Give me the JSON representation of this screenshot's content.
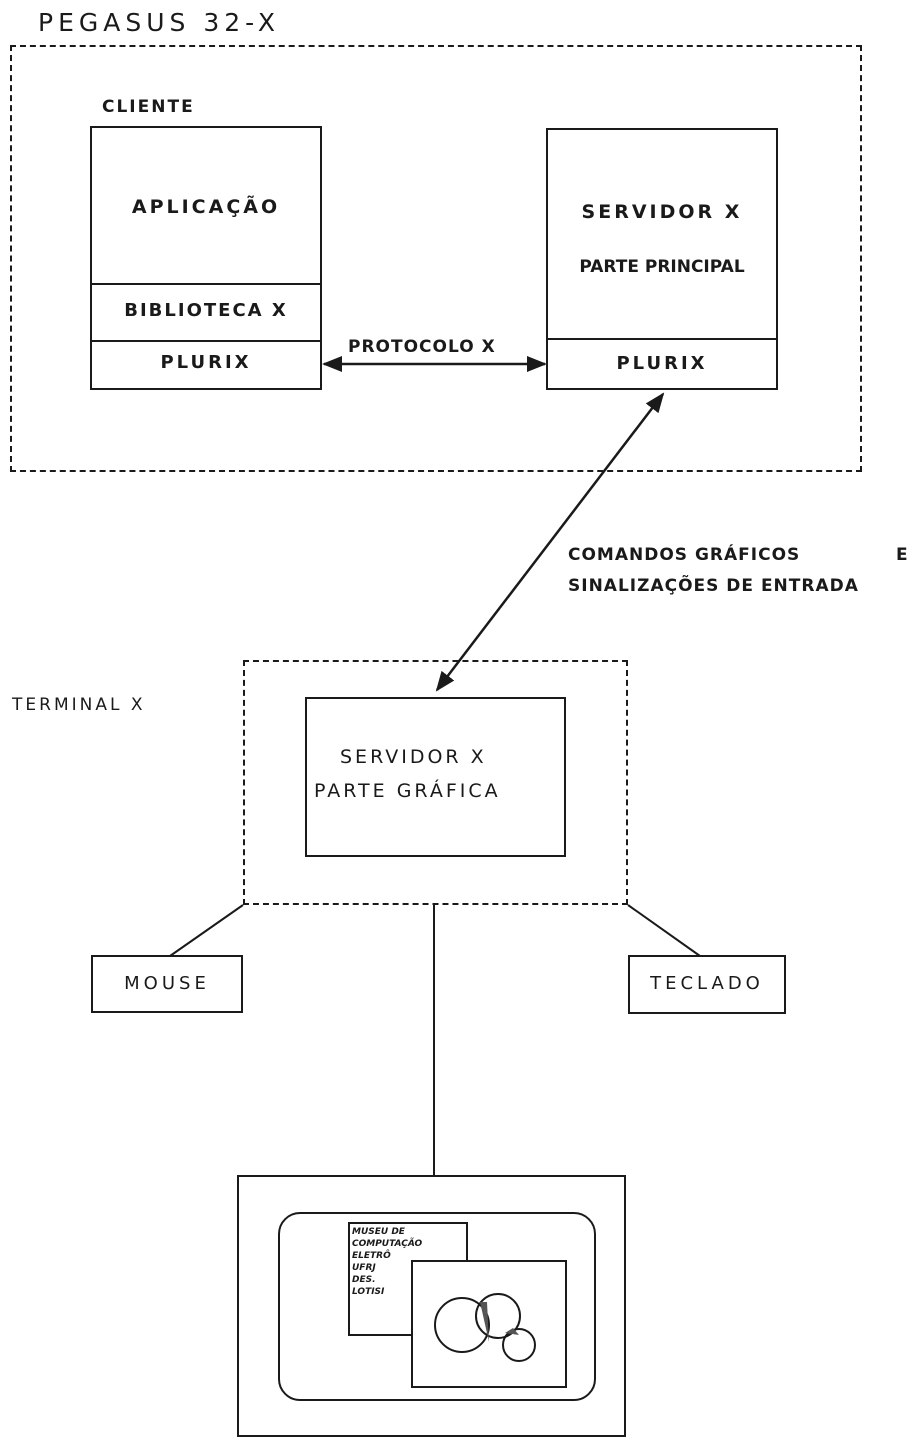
{
  "pegasus": {
    "title": "PEGASUS 32-X",
    "client_label": "CLIENTE",
    "app_box": {
      "top": "APLICAÇÃO",
      "middle": "BIBLIOTECA X",
      "bottom": "PLURIX"
    },
    "server_box": {
      "line1": "SERVIDOR X",
      "line2": "PARTE PRINCIPAL",
      "bottom": "PLURIX"
    },
    "protocol_label": "PROTOCOLO X"
  },
  "link_label": {
    "line1": "COMANDOS GRÁFICOS",
    "line1_tail": "E",
    "line2": "SINALIZAÇÕES DE ENTRADA"
  },
  "terminal": {
    "label": "TERMINAL X",
    "server_line1": "SERVIDOR X",
    "server_line2": "PARTE GRÁFICA",
    "mouse": "MOUSE",
    "keyboard": "TECLADO"
  },
  "screen_note": [
    "MUSEU DE",
    "COMPUTAÇÃO",
    "ELETRÔ",
    "UFRJ",
    "DES.",
    "LOTISI"
  ]
}
